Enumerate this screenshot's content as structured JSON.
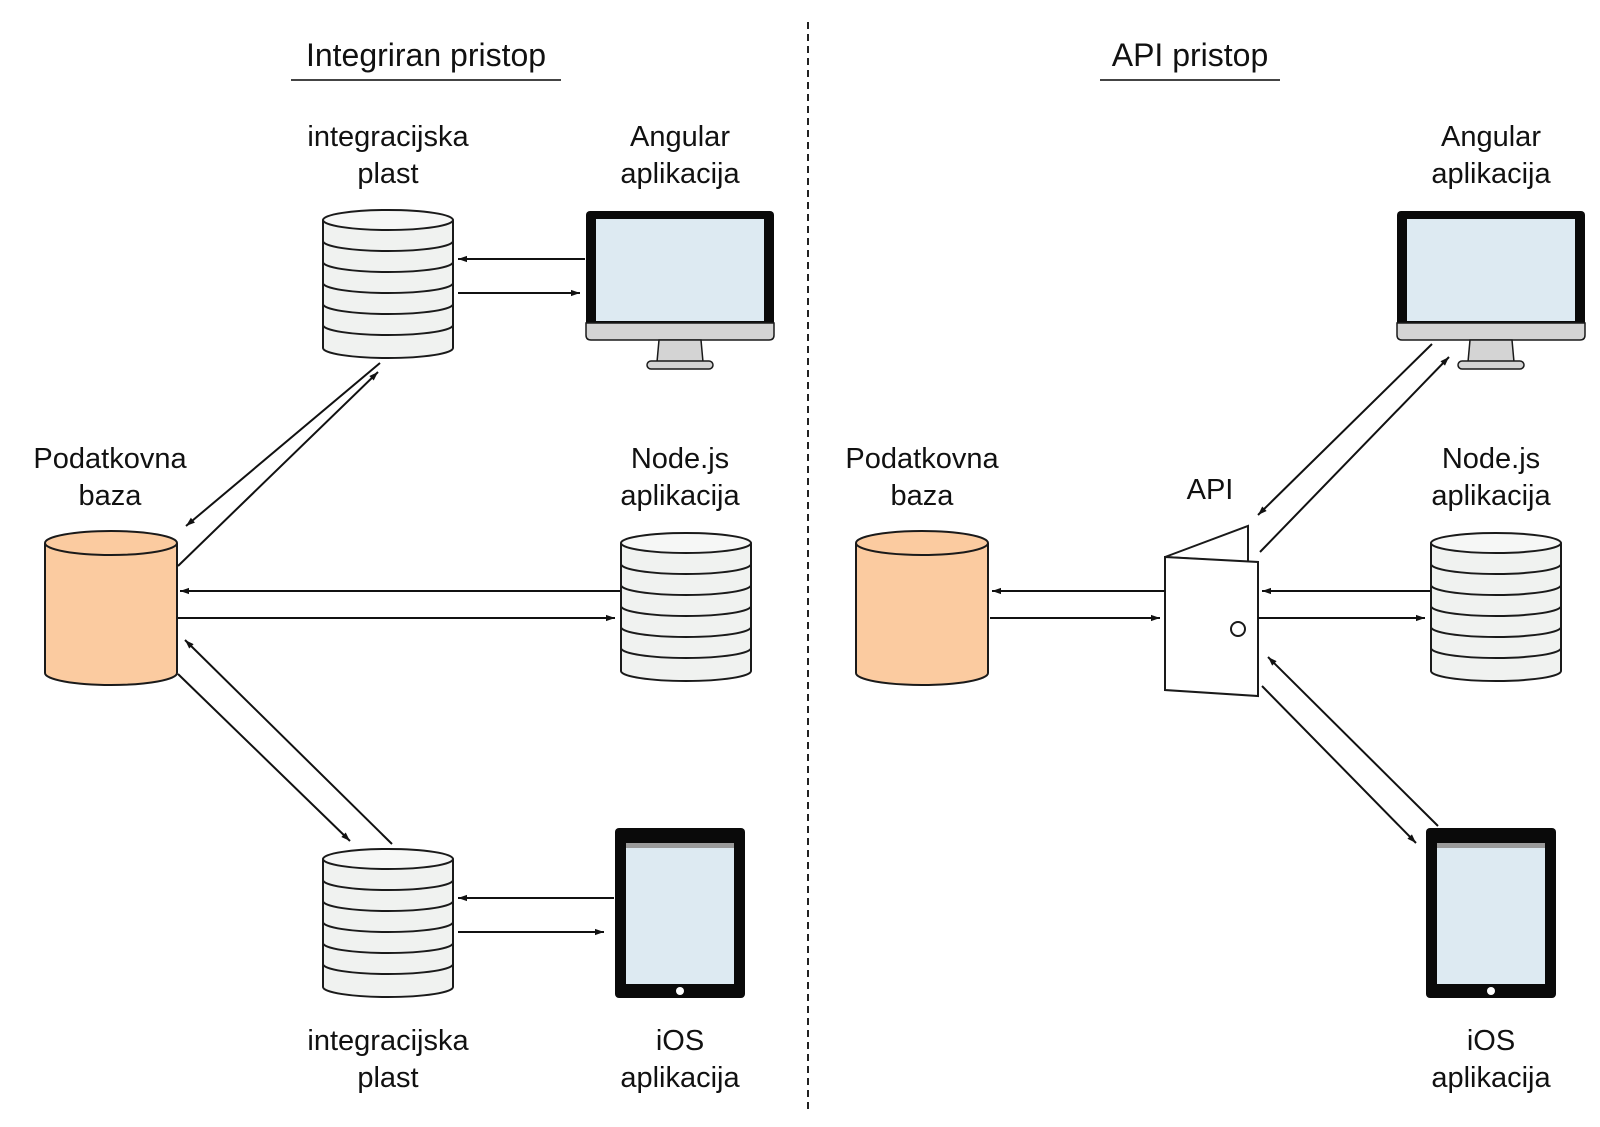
{
  "left_panel": {
    "title": "Integriran pristop",
    "database": {
      "line1": "Podatkovna",
      "line2": "baza"
    },
    "integration_top": {
      "line1": "integracijska",
      "line2": "plast"
    },
    "integration_bottom": {
      "line1": "integracijska",
      "line2": "plast"
    },
    "angular": {
      "line1": "Angular",
      "line2": "aplikacija"
    },
    "node": {
      "line1": "Node.js",
      "line2": "aplikacija"
    },
    "ios": {
      "line1": "iOS",
      "line2": "aplikacija"
    }
  },
  "right_panel": {
    "title": "API pristop",
    "database": {
      "line1": "Podatkovna",
      "line2": "baza"
    },
    "api": "API",
    "angular": {
      "line1": "Angular",
      "line2": "aplikacija"
    },
    "node": {
      "line1": "Node.js",
      "line2": "aplikacija"
    },
    "ios": {
      "line1": "iOS",
      "line2": "aplikacija"
    }
  },
  "colors": {
    "database_fill": "#fbcba0",
    "server_fill": "#f0f2f0",
    "screen_fill": "#ddeaf2",
    "device_frame": "#0a0a0a",
    "stroke": "#1a1a1a"
  }
}
